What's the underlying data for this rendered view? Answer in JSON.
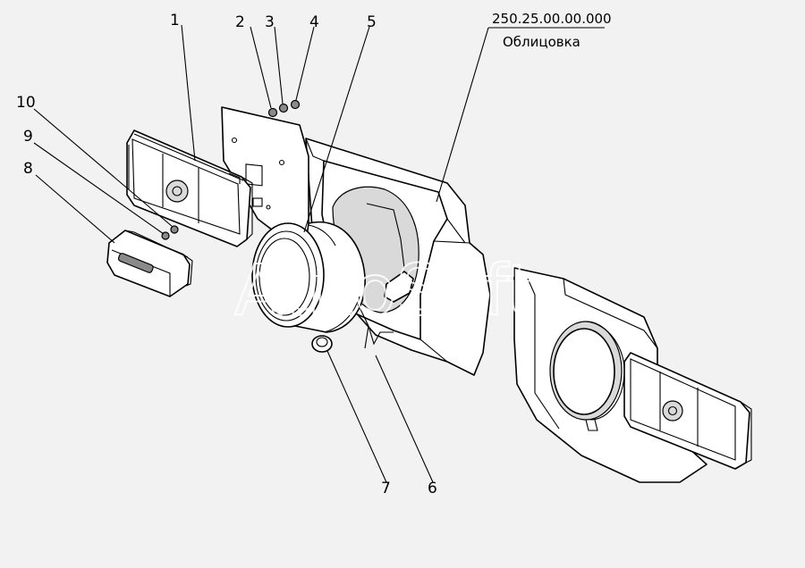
{
  "drawing": {
    "part_number": "250.25.00.00.000",
    "part_name": "Облицовка",
    "watermark": "AutoSoft"
  },
  "callouts": [
    {
      "id": "1",
      "label": "1"
    },
    {
      "id": "2",
      "label": "2"
    },
    {
      "id": "3",
      "label": "3"
    },
    {
      "id": "4",
      "label": "4"
    },
    {
      "id": "5",
      "label": "5"
    },
    {
      "id": "6",
      "label": "6"
    },
    {
      "id": "7",
      "label": "7"
    },
    {
      "id": "8",
      "label": "8"
    },
    {
      "id": "9",
      "label": "9"
    },
    {
      "id": "10",
      "label": "10"
    }
  ]
}
